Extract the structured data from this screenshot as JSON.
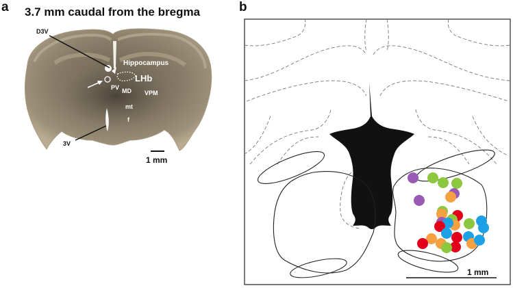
{
  "panel_a": {
    "letter": "a",
    "title": "3.7 mm caudal from the bregma",
    "labels": {
      "d3v": "D3V",
      "hippocampus": "Hippocampus",
      "lhb": "LHb",
      "pv": "PV",
      "md": "MD",
      "vpm": "VPM",
      "mt": "mt",
      "f": "f",
      "v3": "3V"
    },
    "scale_bar": "1 mm"
  },
  "panel_b": {
    "letter": "b",
    "scale_bar": "1 mm",
    "colors": {
      "green": "#8dc63f",
      "purple": "#9b59b6",
      "orange": "#f5a142",
      "red": "#e3001b",
      "blue": "#1ea0e6"
    },
    "dots": [
      {
        "c": "purple"
      },
      {
        "c": "green"
      },
      {
        "c": "green"
      },
      {
        "c": "green"
      },
      {
        "c": "purple"
      },
      {
        "c": "orange"
      },
      {
        "c": "purple"
      },
      {
        "c": "green"
      },
      {
        "c": "orange"
      },
      {
        "c": "red"
      },
      {
        "c": "red"
      },
      {
        "c": "purple"
      },
      {
        "c": "green"
      },
      {
        "c": "blue"
      },
      {
        "c": "orange"
      },
      {
        "c": "blue"
      },
      {
        "c": "red"
      },
      {
        "c": "green"
      },
      {
        "c": "blue"
      },
      {
        "c": "blue"
      },
      {
        "c": "blue"
      },
      {
        "c": "red"
      },
      {
        "c": "orange"
      },
      {
        "c": "blue"
      },
      {
        "c": "orange"
      },
      {
        "c": "orange"
      },
      {
        "c": "red"
      },
      {
        "c": "red"
      },
      {
        "c": "green"
      }
    ]
  }
}
